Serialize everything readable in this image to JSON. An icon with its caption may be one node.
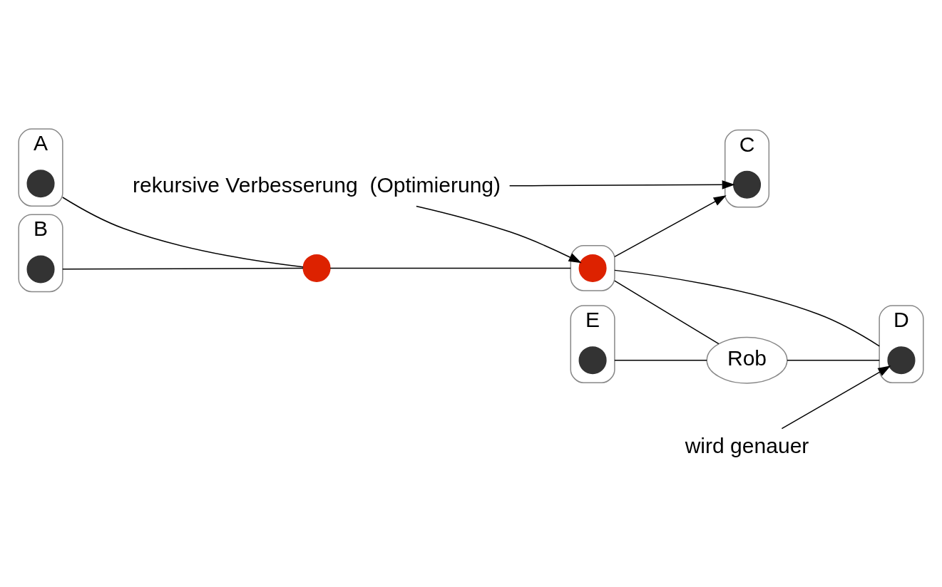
{
  "diagram": {
    "nodes": [
      {
        "text": [
          "A"
        ]
      },
      {
        "text": [],
        "shape": "circle",
        "in": 0
      },
      {
        "text": [
          "B"
        ]
      },
      {
        "text": [],
        "shape": "circle",
        "in": 2
      },
      {
        "text": [],
        "shape": "circle"
      },
      {
        "text": [],
        "shape": "ellipse"
      },
      {
        "text": [],
        "shape": "circle",
        "in": 5
      },
      {
        "text": [
          "C"
        ]
      },
      {
        "text": [],
        "shape": "circle",
        "in": 7
      },
      {
        "text": [
          "D"
        ]
      },
      {
        "text": [],
        "shape": "circle",
        "in": 9
      },
      {
        "text": [
          "E"
        ]
      },
      {
        "text": [],
        "shape": "circle",
        "in": 11
      },
      {
        "text": [
          "Rob"
        ]
      },
      {
        "text": [
          "wird genauer"
        ]
      },
      {
        "text": [
          "rekursive Verbesserung  (Optimierung)"
        ]
      }
    ],
    "edges": [
      {
        "from": 0,
        "to": 4,
        "arrow": "none"
      },
      {
        "from": 2,
        "to": 4,
        "arrow": "none"
      },
      {
        "from": 4,
        "to": 5,
        "arrow": "none"
      },
      {
        "from": 5,
        "to": 7,
        "arrow": "to"
      },
      {
        "from": 5,
        "to": 13,
        "arrow": "none"
      },
      {
        "from": 5,
        "to": 9,
        "arrow": "none"
      },
      {
        "from": 11,
        "to": 13,
        "arrow": "none"
      },
      {
        "from": 13,
        "to": 9,
        "arrow": "none"
      },
      {
        "from": 14,
        "to": 10,
        "arrow": "to"
      },
      {
        "from": 15,
        "to": 6,
        "arrow": "to"
      },
      {
        "from": 15,
        "to": 8,
        "arrow": "to"
      }
    ]
  }
}
